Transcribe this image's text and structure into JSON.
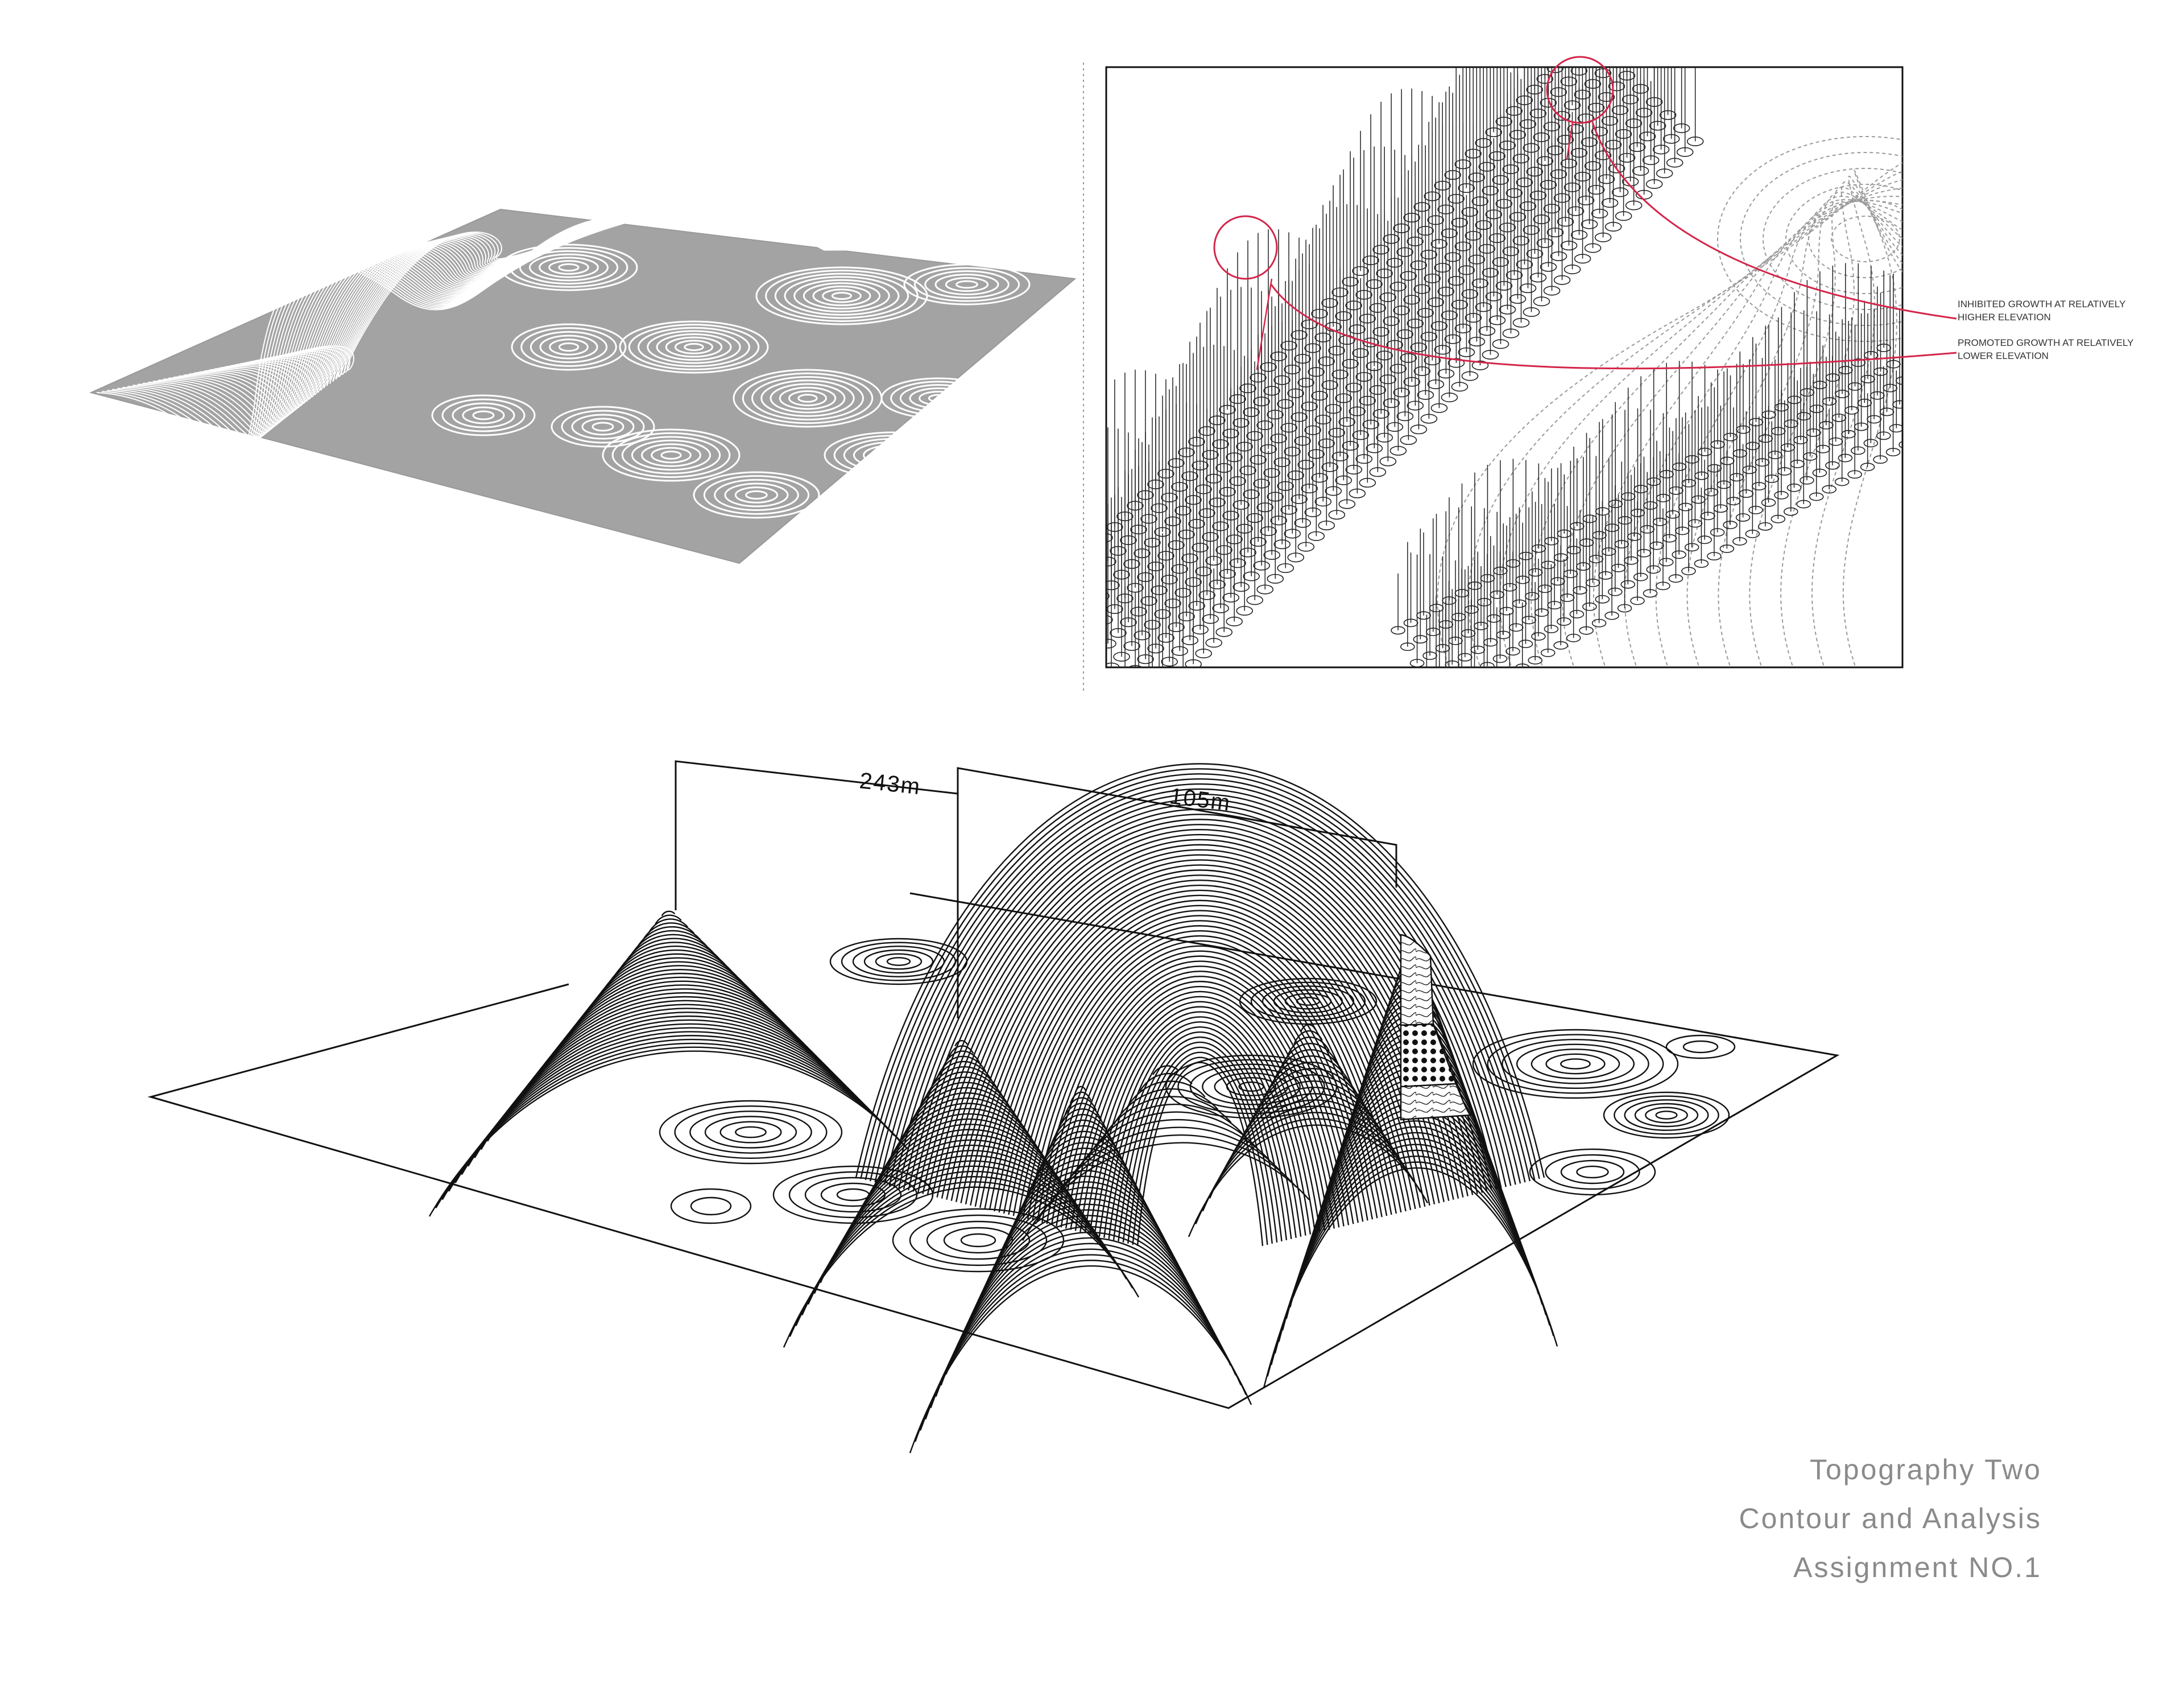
{
  "labels": {
    "dimension_1": "243m",
    "dimension_2": "105m",
    "callout_inhibited_line1": "INHIBITED GROWTH AT RELATIVELY",
    "callout_inhibited_line2": "HIGHER ELEVATION",
    "callout_promoted_line1": "PROMOTED GROWTH AT RELATIVELY",
    "callout_promoted_line2": "LOWER ELEVATION"
  },
  "title_block": {
    "line1": "Topography Two",
    "line2": "Contour and Analysis",
    "line3": "Assignment NO.1"
  },
  "colors": {
    "ink": "#111111",
    "accent": "#d4254a",
    "terrain_gray": "#a3a3a3",
    "title_gray": "#8a8a8a"
  }
}
